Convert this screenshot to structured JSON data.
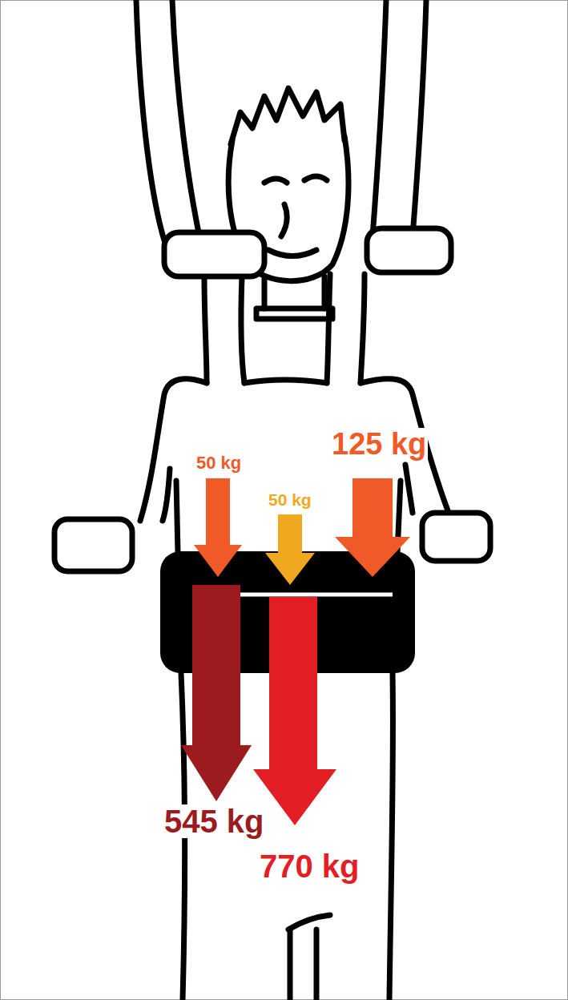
{
  "diagram": {
    "labels": [
      "125 kg",
      "50 kg",
      "50 kg",
      "545 kg",
      "770 kg"
    ]
  }
}
